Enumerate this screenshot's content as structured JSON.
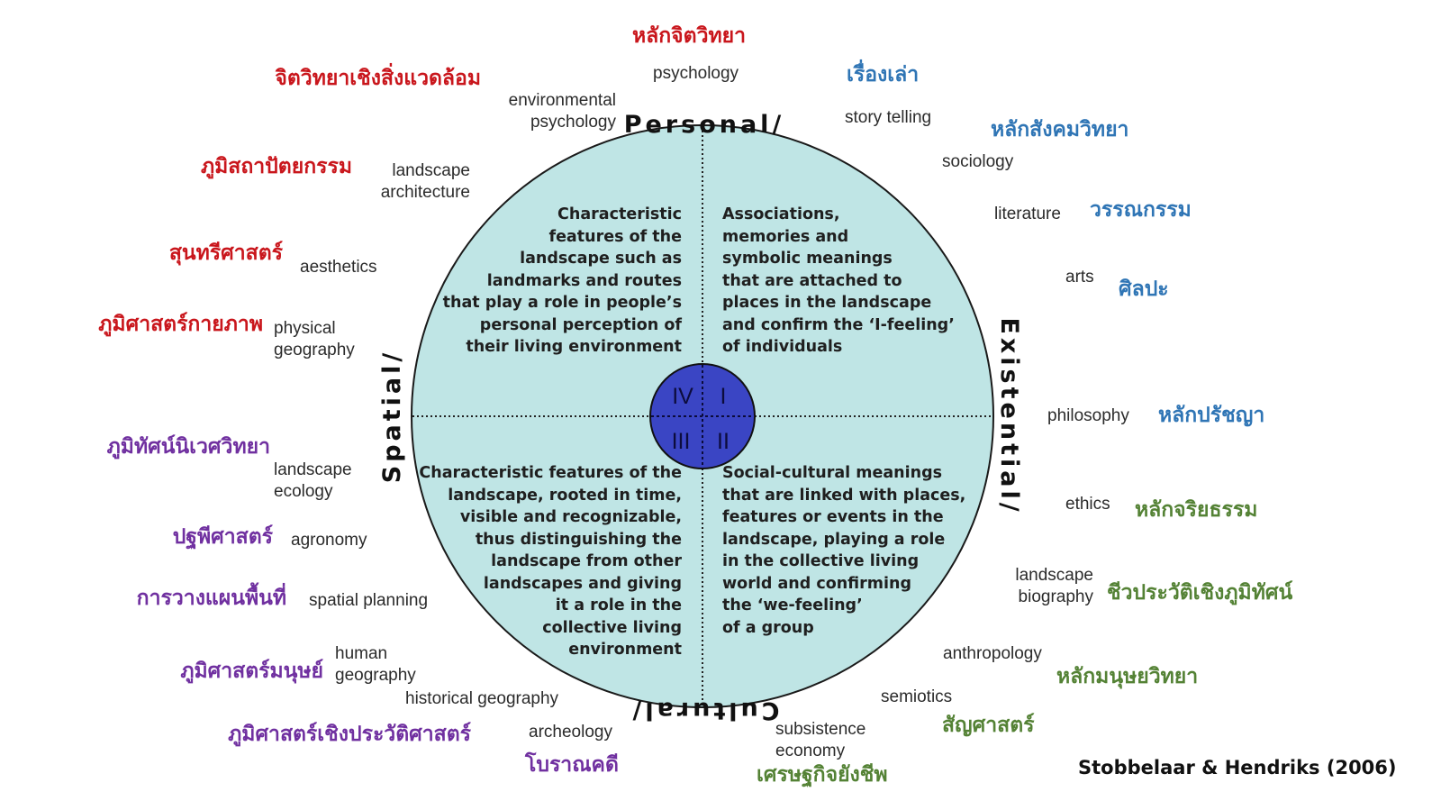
{
  "axes": {
    "top": "Personal/",
    "right": "Existential/",
    "bottom": "Cultural/",
    "left": "Spatial/"
  },
  "quadrant_numbers": {
    "q1": "I",
    "q2": "II",
    "q3": "III",
    "q4": "IV"
  },
  "quadrant_text": {
    "top_left": "Characteristic\nfeatures of the\nlandscape such as\nlandmarks and routes\nthat play a role in people’s\npersonal perception of\ntheir living environment",
    "top_right": "Associations,\nmemories and\nsymbolic meanings\nthat are attached to\nplaces in the landscape\nand confirm the ‘I-feeling’\nof individuals",
    "bottom_left": "Characteristic features of the\nlandscape, rooted in time,\nvisible and recognizable,\nthus distinguishing the\nlandscape from other\nlandscapes and giving\nit a role in the\ncollective living\nenvironment",
    "bottom_right": "Social-cultural meanings\nthat are linked with places,\nfeatures or events in the\nlandscape, playing a role\nin the collective living\nworld and confirming\nthe ‘we-feeling’\nof a group"
  },
  "disciplines_en": {
    "psychology": "psychology",
    "environmental_psychology": "environmental\npsychology",
    "story_telling": "story telling",
    "sociology": "sociology",
    "landscape_architecture": "landscape\narchitecture",
    "literature": "literature",
    "aesthetics": "aesthetics",
    "arts": "arts",
    "physical_geography": "physical\ngeography",
    "philosophy": "philosophy",
    "landscape_ecology": "landscape\necology",
    "ethics": "ethics",
    "agronomy": "agronomy",
    "spatial_planning": "spatial planning",
    "landscape_biography": "landscape\nbiography",
    "human_geography": "human\ngeography",
    "anthropology": "anthropology",
    "historical_geography": "historical geography",
    "semiotics": "semiotics",
    "archeology": "archeology",
    "subsistence_economy": "subsistence\neconomy"
  },
  "disciplines_th": {
    "psychology": "หลักจิตวิทยา",
    "environmental_psychology": "จิตวิทยาเชิงสิ่งแวดล้อม",
    "story_telling": "เรื่องเล่า",
    "sociology": "หลักสังคมวิทยา",
    "landscape_architecture": "ภูมิสถาปัตยกรรม",
    "literature": "วรรณกรรม",
    "aesthetics": "สุนทรีศาสตร์",
    "arts": "ศิลปะ",
    "physical_geography": "ภูมิศาสตร์กายภาพ",
    "philosophy": "หลักปรัชญา",
    "landscape_ecology": "ภูมิทัศน์นิเวศวิทยา",
    "ethics": "หลักจริยธรรม",
    "agronomy": "ปฐพีศาสตร์",
    "spatial_planning": "การวางแผนพื้นที่",
    "landscape_biography": "ชีวประวัติเชิงภูมิทัศน์",
    "human_geography": "ภูมิศาสตร์มนุษย์",
    "anthropology": "หลักมนุษยวิทยา",
    "historical_geography": "ภูมิศาสตร์เชิงประวัติศาสตร์",
    "semiotics": "สัญศาสตร์",
    "archeology": "โบราณคดี",
    "subsistence_economy": "เศรษฐกิจยังชีพ"
  },
  "colors": {
    "circle_fill": "#bfe5e5",
    "hub_fill": "#3a45c4",
    "thai_personal": "#c9161c",
    "thai_existential": "#2f75b5",
    "thai_cultural": "#548235",
    "thai_spatial": "#7030a0"
  },
  "citation": "Stobbelaar & Hendriks (2006)"
}
